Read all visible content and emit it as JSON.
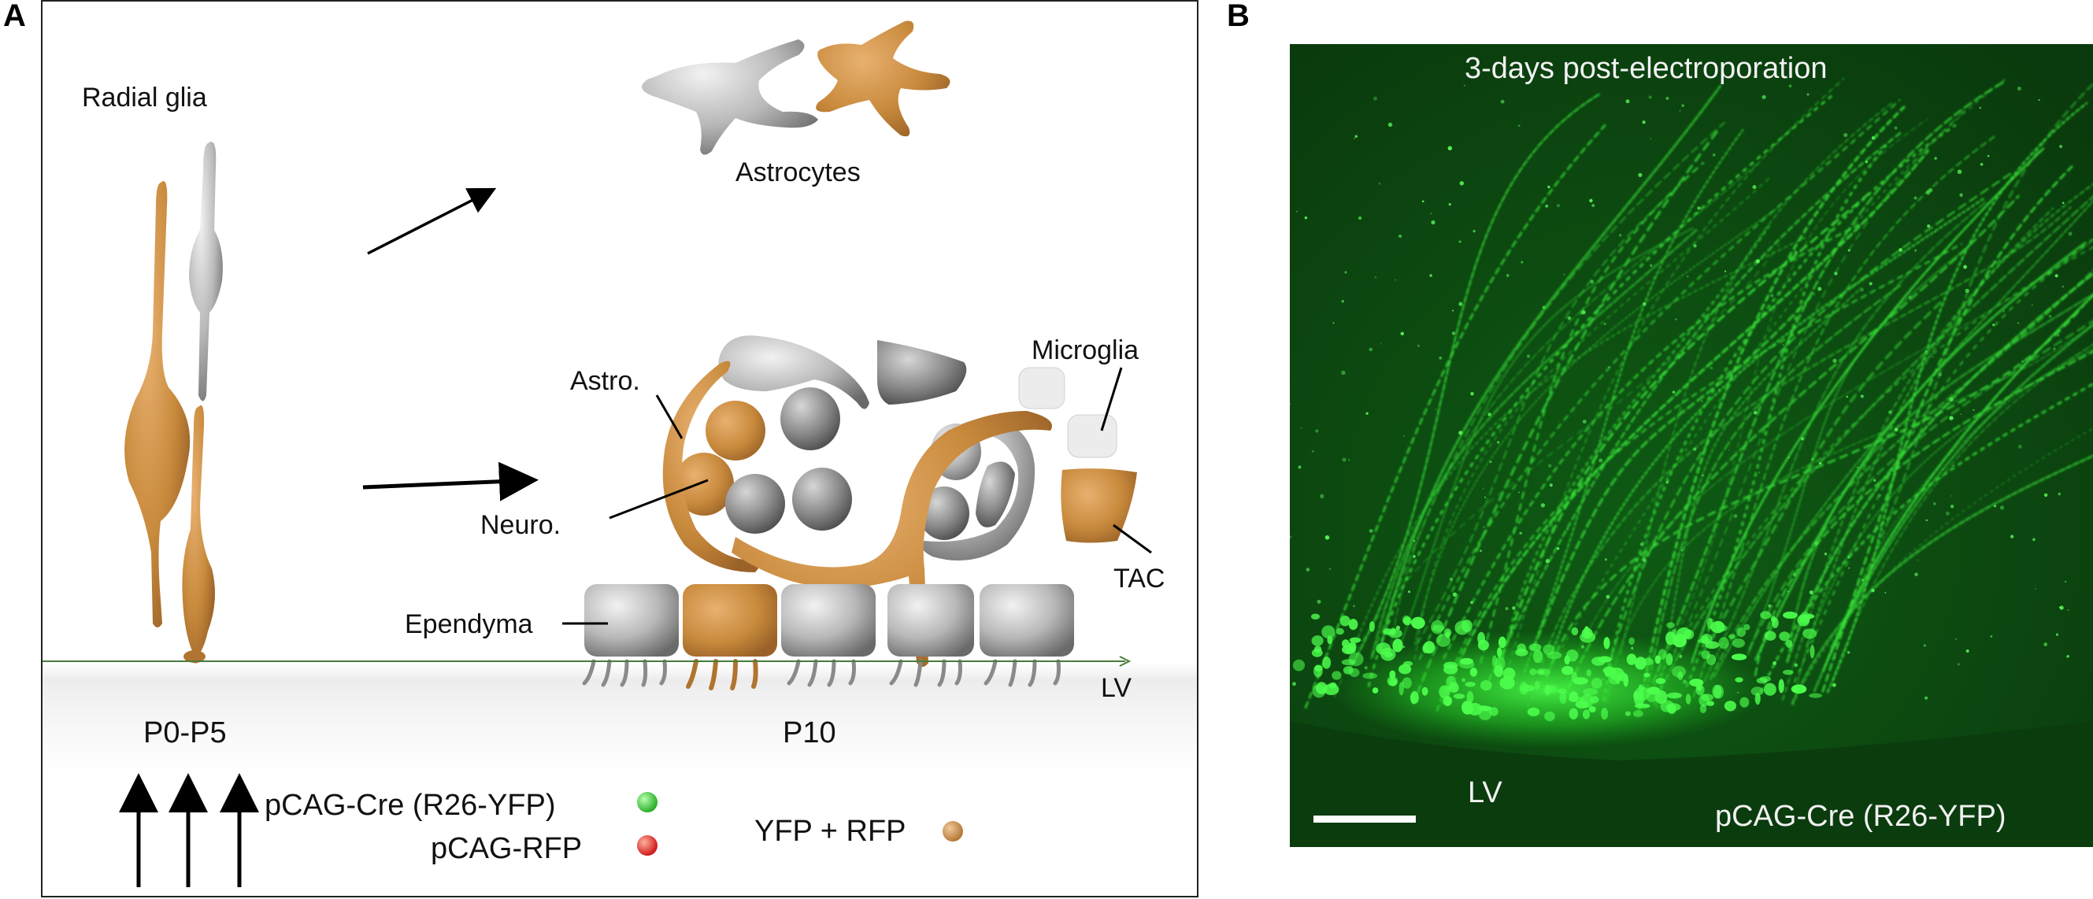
{
  "panel_a": {
    "letter": "A",
    "labels": {
      "radial_glia": "Radial glia",
      "astrocytes": "Astrocytes",
      "astro": "Astro.",
      "microglia": "Microglia",
      "neuro": "Neuro.",
      "tac": "TAC",
      "ependyma": "Ependyma",
      "lv": "LV",
      "p0_p5": "P0-P5",
      "p10": "P10",
      "legend_cre": "pCAG-Cre (R26-YFP)",
      "legend_rfp": "pCAG-RFP",
      "legend_yfp_rfp": "YFP + RFP"
    },
    "colors": {
      "orange_cell": "#c88a3c",
      "grey_cell": "#a8a8a8",
      "dot_green": "#33cc33",
      "dot_red": "#e01818",
      "dot_orange": "#c88a3c",
      "lv_line": "#4a7a3a"
    }
  },
  "panel_b": {
    "letter": "B",
    "title": "3-days post-electroporation",
    "lv_label": "LV",
    "construct_label": "pCAG-Cre (R26-YFP)",
    "colors": {
      "background": "#0d4a12",
      "fiber": "#39e83a"
    }
  }
}
